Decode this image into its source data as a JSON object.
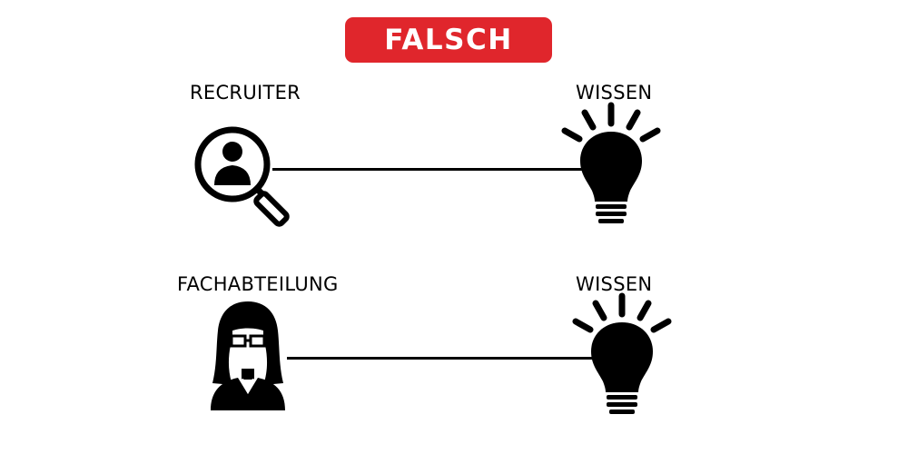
{
  "header": {
    "badge_label": "FALSCH",
    "badge_color": "#e0262c"
  },
  "rows": [
    {
      "source_label": "RECRUITER",
      "source_icon": "magnifier-person-icon",
      "target_label": "WISSEN",
      "target_icon": "lightbulb-icon"
    },
    {
      "source_label": "FACHABTEILUNG",
      "source_icon": "woman-with-glasses-icon",
      "target_label": "WISSEN",
      "target_icon": "lightbulb-icon"
    }
  ]
}
